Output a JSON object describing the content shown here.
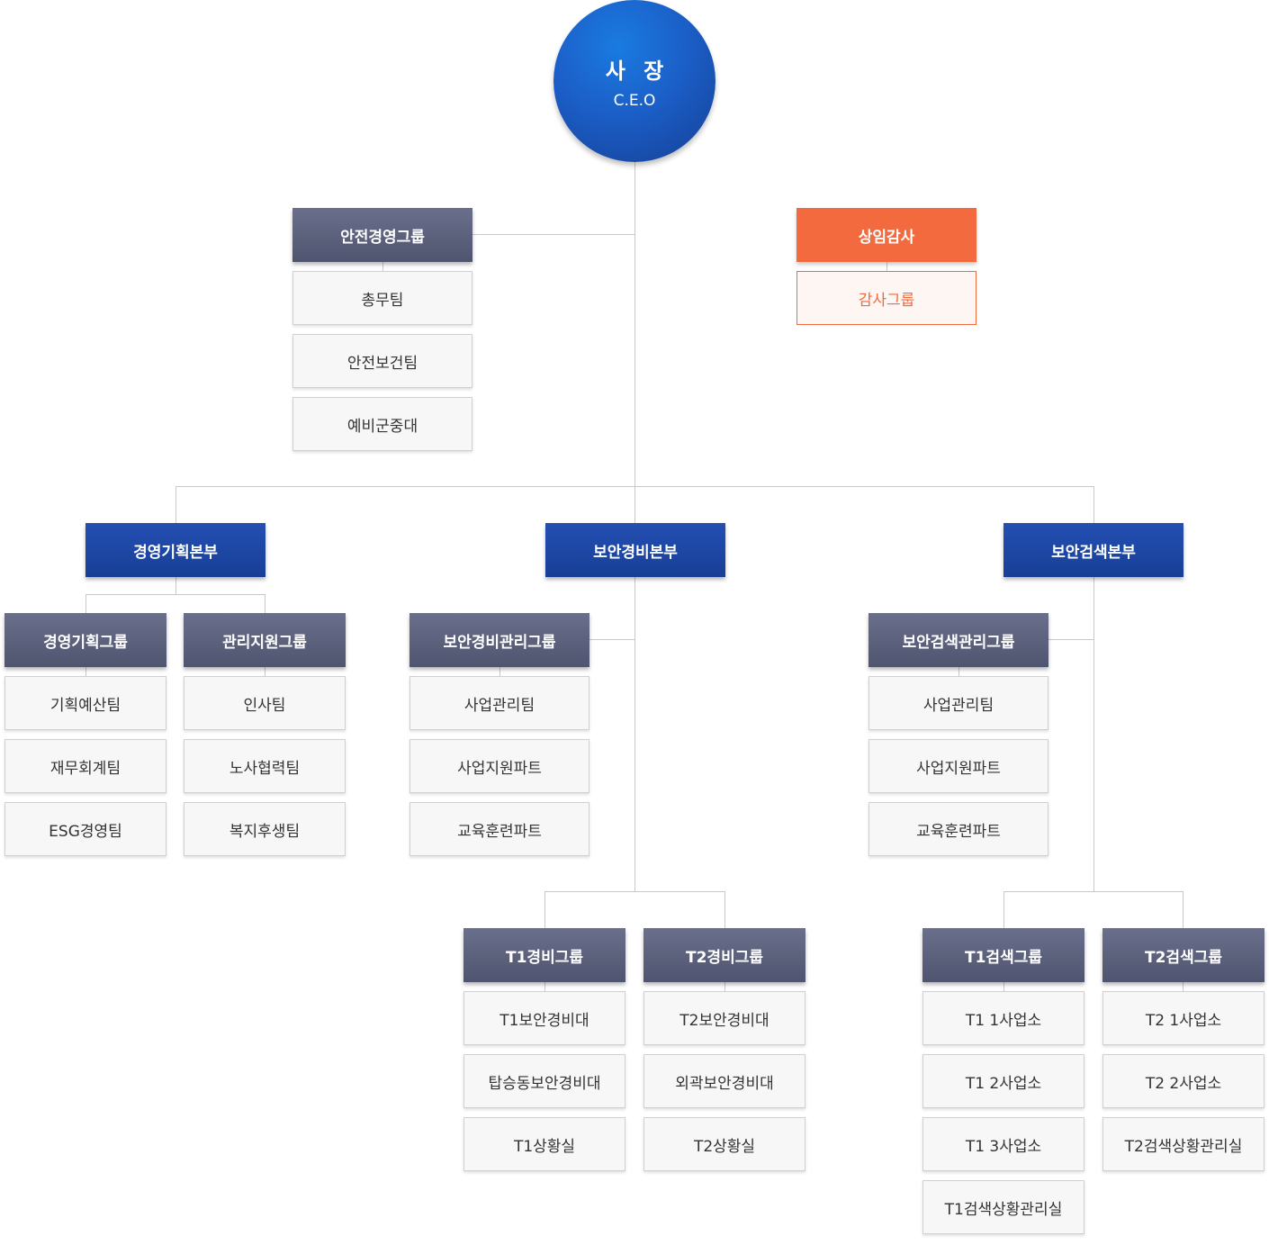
{
  "ceo": {
    "name": "사 장",
    "sub": "C.E.O"
  },
  "safety": {
    "name": "안전경영그룹",
    "teams": [
      "총무팀",
      "안전보건팀",
      "예비군중대"
    ]
  },
  "audit": {
    "name": "상임감사",
    "group": "감사그룹"
  },
  "divisions": {
    "planning": {
      "name": "경영기획본부",
      "groups": [
        {
          "name": "경영기획그룹",
          "teams": [
            "기획예산팀",
            "재무회계팀",
            "ESG경영팀"
          ]
        },
        {
          "name": "관리지원그룹",
          "teams": [
            "인사팀",
            "노사협력팀",
            "복지후생팀"
          ]
        }
      ]
    },
    "guard": {
      "name": "보안경비본부",
      "mgmt": {
        "name": "보안경비관리그룹",
        "teams": [
          "사업관리팀",
          "사업지원파트",
          "교육훈련파트"
        ]
      },
      "groups": [
        {
          "name": "T1경비그룹",
          "teams": [
            "T1보안경비대",
            "탑승동보안경비대",
            "T1상황실"
          ]
        },
        {
          "name": "T2경비그룹",
          "teams": [
            "T2보안경비대",
            "외곽보안경비대",
            "T2상황실"
          ]
        }
      ]
    },
    "search": {
      "name": "보안검색본부",
      "mgmt": {
        "name": "보안검색관리그룹",
        "teams": [
          "사업관리팀",
          "사업지원파트",
          "교육훈련파트"
        ]
      },
      "groups": [
        {
          "name": "T1검색그룹",
          "teams": [
            "T1 1사업소",
            "T1 2사업소",
            "T1 3사업소",
            "T1검색상황관리실"
          ]
        },
        {
          "name": "T2검색그룹",
          "teams": [
            "T2 1사업소",
            "T2 2사업소",
            "T2검색상황관리실"
          ]
        }
      ]
    }
  }
}
